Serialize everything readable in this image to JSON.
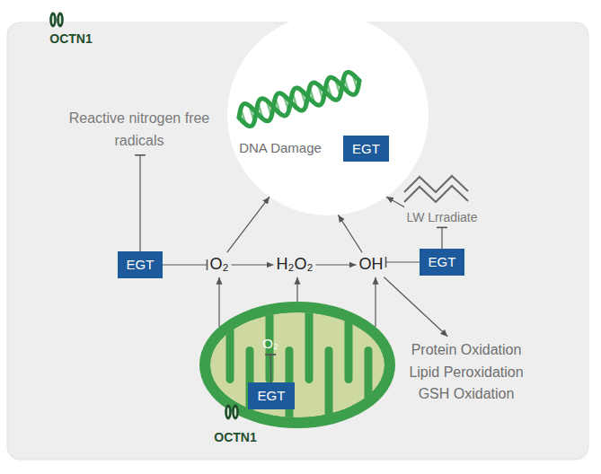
{
  "diagram": {
    "nodes": [
      {
        "text": [
          "DNA Damage"
        ]
      },
      {
        "text": [
          "EGT"
        ],
        "in": 0
      },
      {
        "text": [
          "Reactive nitrogen free radicals"
        ]
      },
      {
        "text": [
          "LW Lrradiate"
        ]
      },
      {
        "text": [
          "EGT"
        ]
      },
      {
        "text": [
          "O₂"
        ]
      },
      {
        "text": [
          "H₂O₂"
        ]
      },
      {
        "text": [
          "OH"
        ]
      },
      {
        "text": [
          "EGT"
        ]
      },
      {
        "text": []
      },
      {
        "text": [
          "O₂"
        ],
        "in": 9
      },
      {
        "text": [
          "EGT"
        ],
        "in": 9
      },
      {
        "text": [
          "Protein Oxidation",
          "Lipid Peroxidation",
          "GSH Oxidation"
        ]
      }
    ],
    "edges": [
      {
        "from": 4,
        "to": 2,
        "arrow": "to"
      },
      {
        "from": 4,
        "to": 5,
        "arrow": "to"
      },
      {
        "from": 5,
        "to": 6,
        "arrow": "to"
      },
      {
        "from": 6,
        "to": 7,
        "arrow": "to"
      },
      {
        "from": 8,
        "to": 7,
        "arrow": "to"
      },
      {
        "from": 8,
        "to": 3,
        "arrow": "to"
      },
      {
        "from": 5,
        "to": 0,
        "arrow": "to"
      },
      {
        "from": 7,
        "to": 0,
        "arrow": "to"
      },
      {
        "from": 3,
        "to": 0,
        "arrow": "to"
      },
      {
        "from": 7,
        "to": 12,
        "arrow": "to"
      },
      {
        "from": 9,
        "to": 5,
        "arrow": "to"
      },
      {
        "from": 9,
        "to": 6,
        "arrow": "to"
      },
      {
        "from": 9,
        "to": 7,
        "arrow": "to"
      },
      {
        "from": 11,
        "to": 10,
        "arrow": "to"
      }
    ],
    "labels": [
      "OCTN1",
      "OCTN1"
    ]
  }
}
